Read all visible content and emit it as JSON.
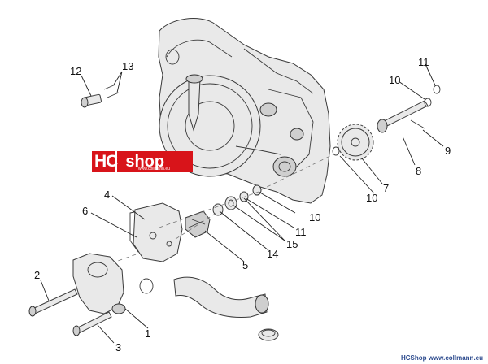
{
  "logo": {
    "primary": "HC",
    "secondary": "shop",
    "tagline": "www.collmann.eu",
    "colors": {
      "background": "#d8141a",
      "text": "#ffffff"
    }
  },
  "footer": {
    "text": "HCShop www.collmann.eu",
    "color": "#2d4b8e"
  },
  "callouts": {
    "c1": "1",
    "c2": "2",
    "c3": "3",
    "c4": "4",
    "c5": "5",
    "c6": "6",
    "c7": "7",
    "c8": "8",
    "c9": "9",
    "c10a": "10",
    "c10b": "10",
    "c10c": "10",
    "c11a": "11",
    "c11b": "11",
    "c12": "12",
    "c13": "13",
    "c14": "14",
    "c15": "15"
  }
}
